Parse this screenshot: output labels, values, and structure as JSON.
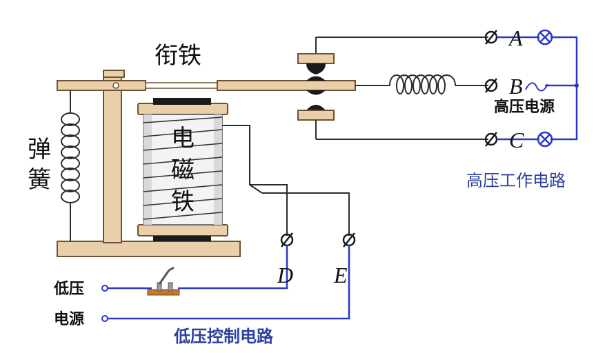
{
  "labels": {
    "armature": "衔铁",
    "spring": "弹簧",
    "electromagnet": "电磁铁",
    "high_voltage_source": "高压电源",
    "high_voltage_circuit": "高压工作电路",
    "low_voltage_source": "低压电源",
    "low_voltage_circuit": "低压控制电路"
  },
  "terminals": {
    "A": "A",
    "B": "B",
    "C": "C",
    "D": "D",
    "E": "E"
  },
  "colors": {
    "wood": "#e9cfaa",
    "wood_edge": "#6b5232",
    "wire_black": "#2a2a2a",
    "wire_blue": "#2a37c8",
    "label_blue": "#2d3f9e",
    "contact": "#1a1a1a",
    "switch_base": "#c8762a"
  },
  "icons": [
    "terminal-icon",
    "lamp-icon",
    "ac-source-icon",
    "switch-icon",
    "coil-icon"
  ]
}
